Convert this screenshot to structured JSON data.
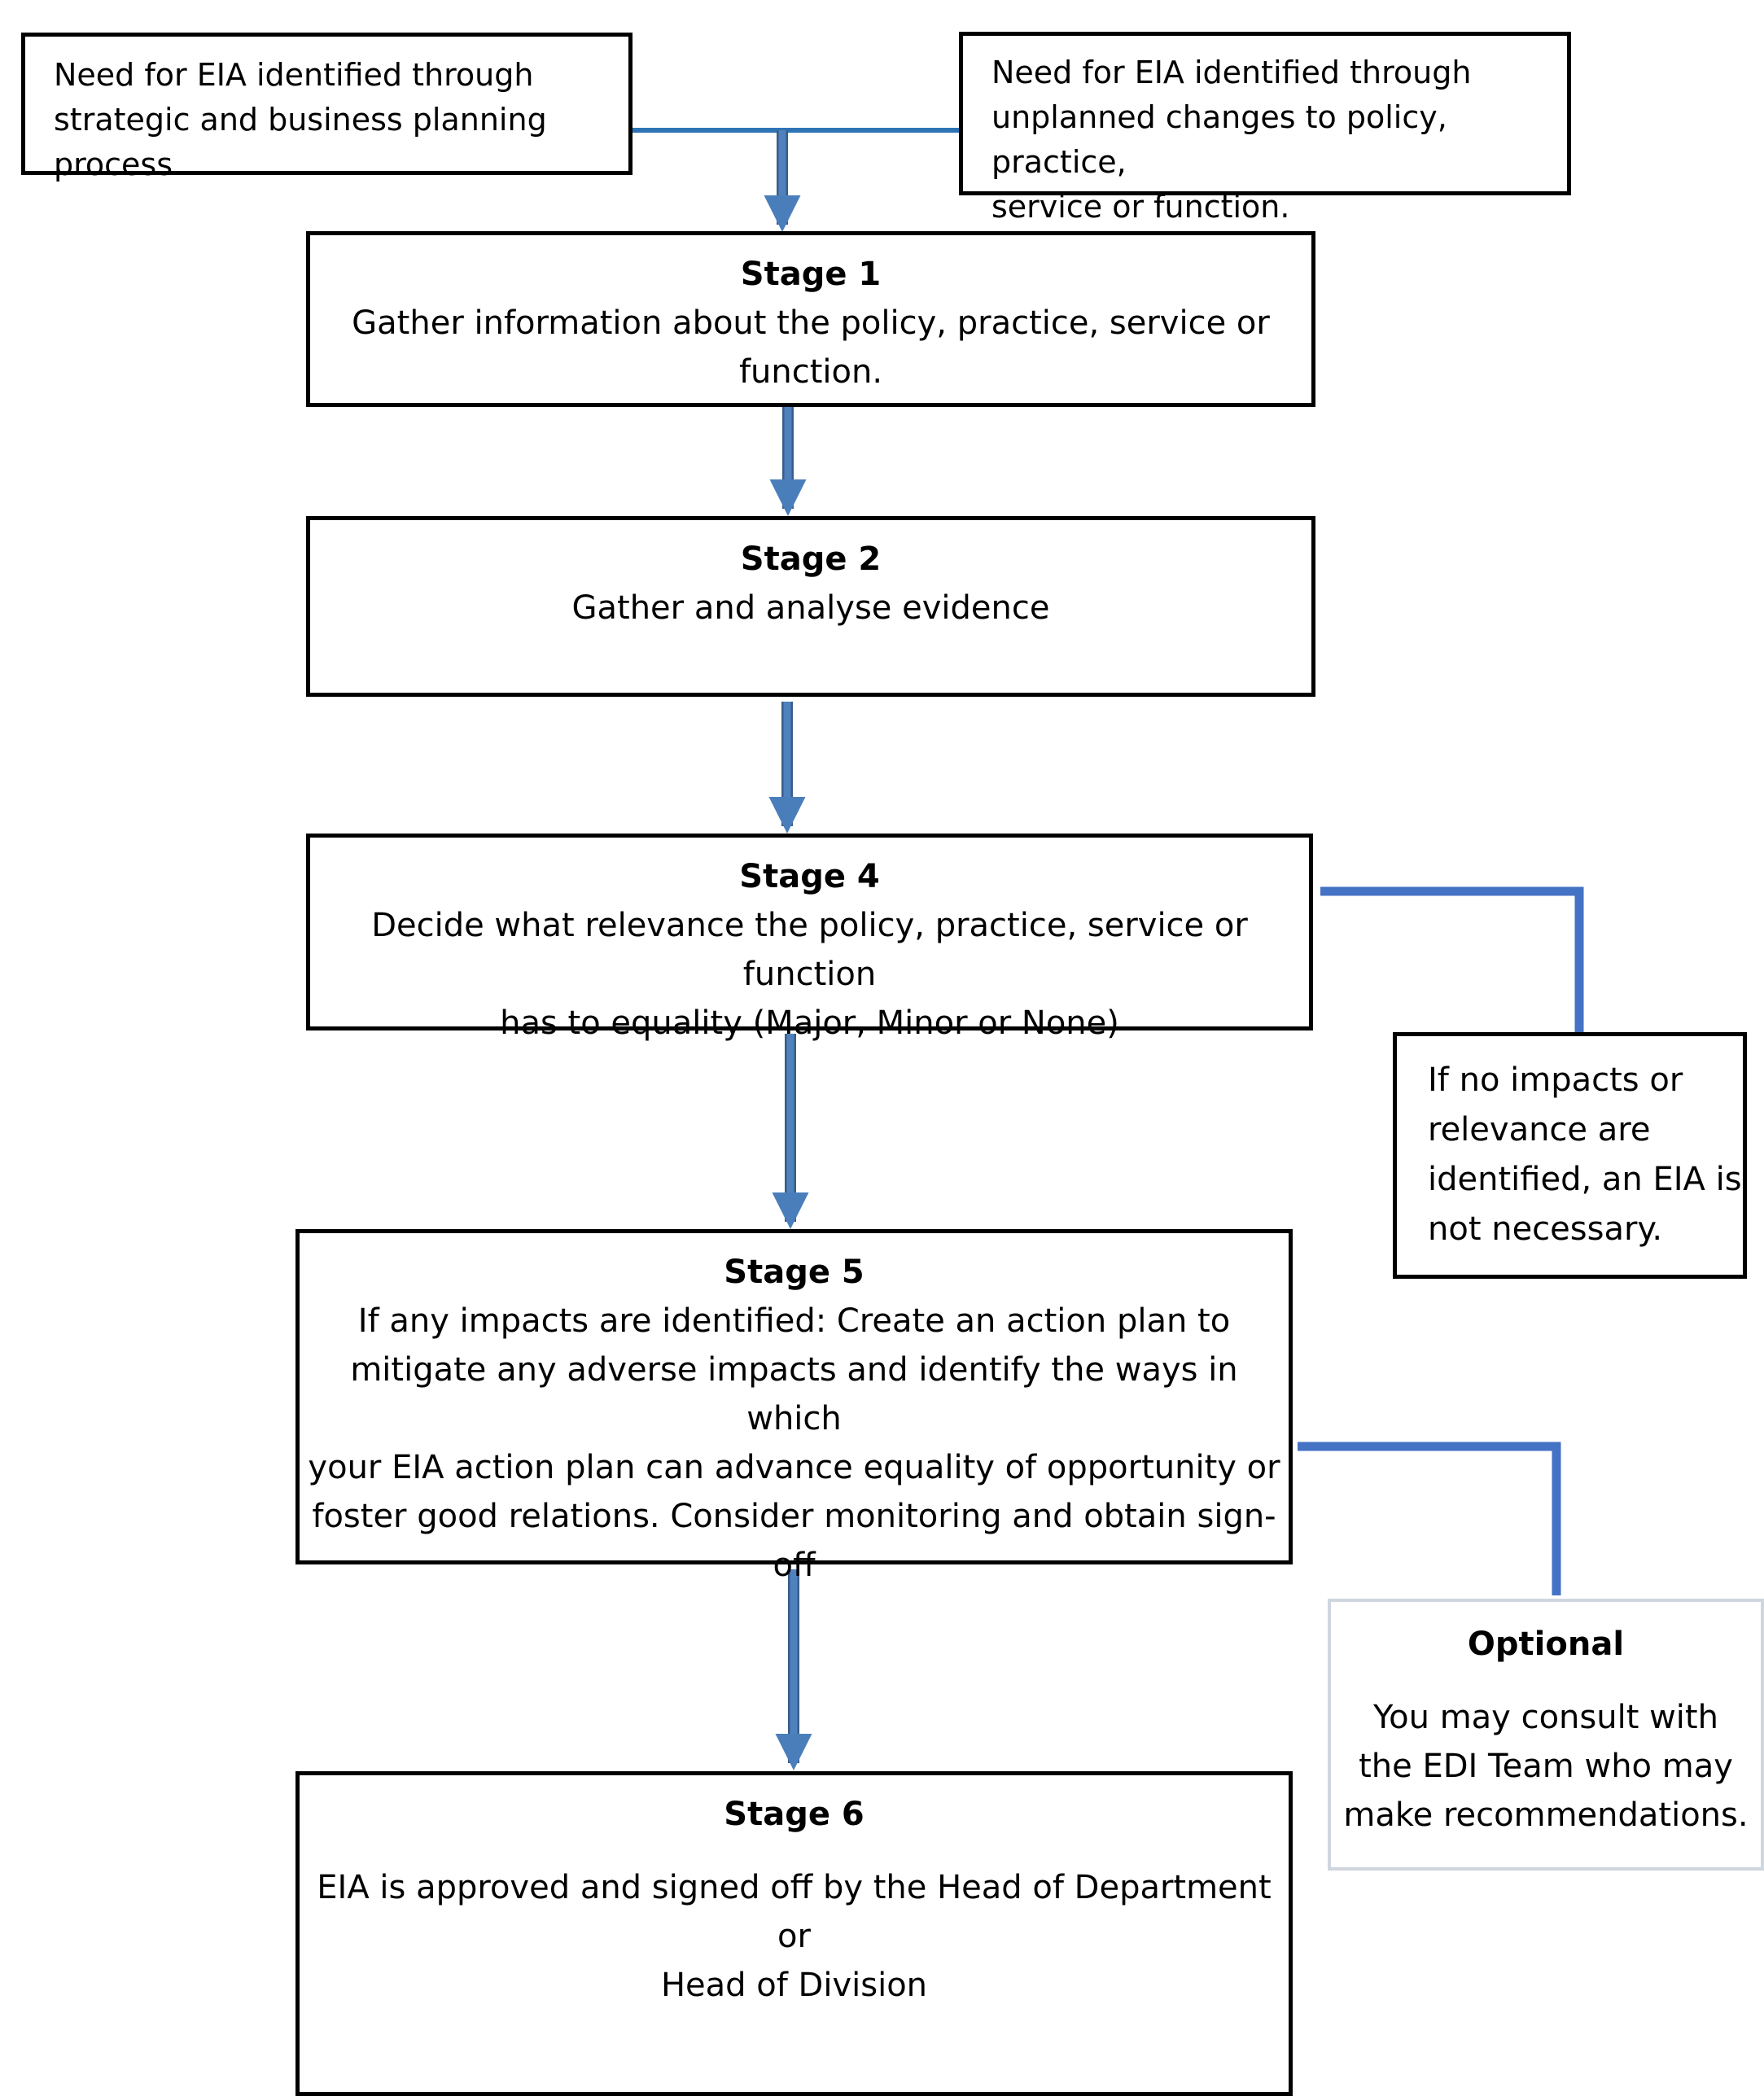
{
  "colors": {
    "connector_dark": "#2e74b5",
    "connector_arrow": "#4a7ebb",
    "connector_side": "#4472c4",
    "box_border": "#000000",
    "optional_border": "#cfd6e0"
  },
  "boxes": {
    "need_planned": {
      "body": "Need for EIA identified through\nstrategic and business planning process"
    },
    "need_unplanned": {
      "body": "Need for EIA identified through\nunplanned changes to policy, practice,\nservice or function."
    },
    "stage1": {
      "title": "Stage 1",
      "body": "Gather information about the policy, practice, service or\nfunction."
    },
    "stage2": {
      "title": "Stage 2",
      "body": "Gather and analyse evidence"
    },
    "stage4": {
      "title": "Stage 4",
      "body": "Decide what relevance the policy, practice, service or function\nhas to equality (Major, Minor or None)"
    },
    "stage5": {
      "title": "Stage 5",
      "body": "If any impacts are identified: Create an action plan to\nmitigate any adverse impacts and identify the ways in which\nyour EIA action plan can advance equality of opportunity or\nfoster good relations. Consider monitoring and obtain sign-\noff"
    },
    "stage6": {
      "title": "Stage 6",
      "body": "EIA is approved and signed off by the Head of Department or\nHead of Division"
    },
    "no_impacts": {
      "body": "If no impacts or\nrelevance are\nidentified, an EIA is\nnot necessary."
    },
    "optional": {
      "title": "Optional",
      "body": "You may consult with\nthe EDI Team who may\nmake recommendations."
    }
  }
}
